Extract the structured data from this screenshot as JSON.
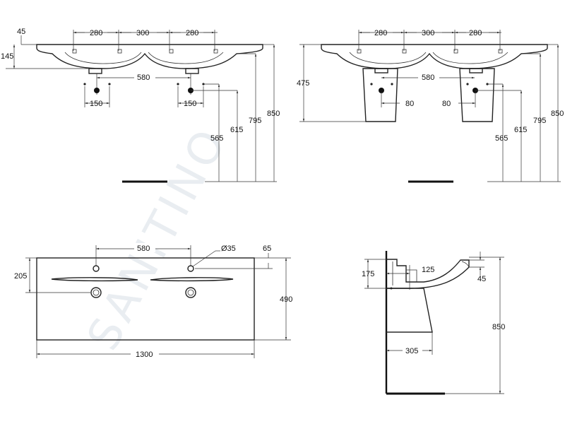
{
  "watermark": "SANITINO",
  "top_left": {
    "d_45": "45",
    "d_145": "145",
    "d_280a": "280",
    "d_300": "300",
    "d_280b": "280",
    "d_580": "580",
    "d_150a": "150",
    "d_150b": "150",
    "d_565": "565",
    "d_615": "615",
    "d_795": "795",
    "d_850": "850"
  },
  "top_right": {
    "d_280a": "280",
    "d_300": "300",
    "d_280b": "280",
    "d_475": "475",
    "d_580": "580",
    "d_80a": "80",
    "d_80b": "80",
    "d_565": "565",
    "d_615": "615",
    "d_795": "795",
    "d_850": "850"
  },
  "bottom_left": {
    "d_580": "580",
    "d_35": "Ø35",
    "d_65": "65",
    "d_205": "205",
    "d_490": "490",
    "d_1300": "1300"
  },
  "bottom_right": {
    "d_175": "175",
    "d_125": "125",
    "d_45": "45",
    "d_850": "850",
    "d_305": "305"
  }
}
